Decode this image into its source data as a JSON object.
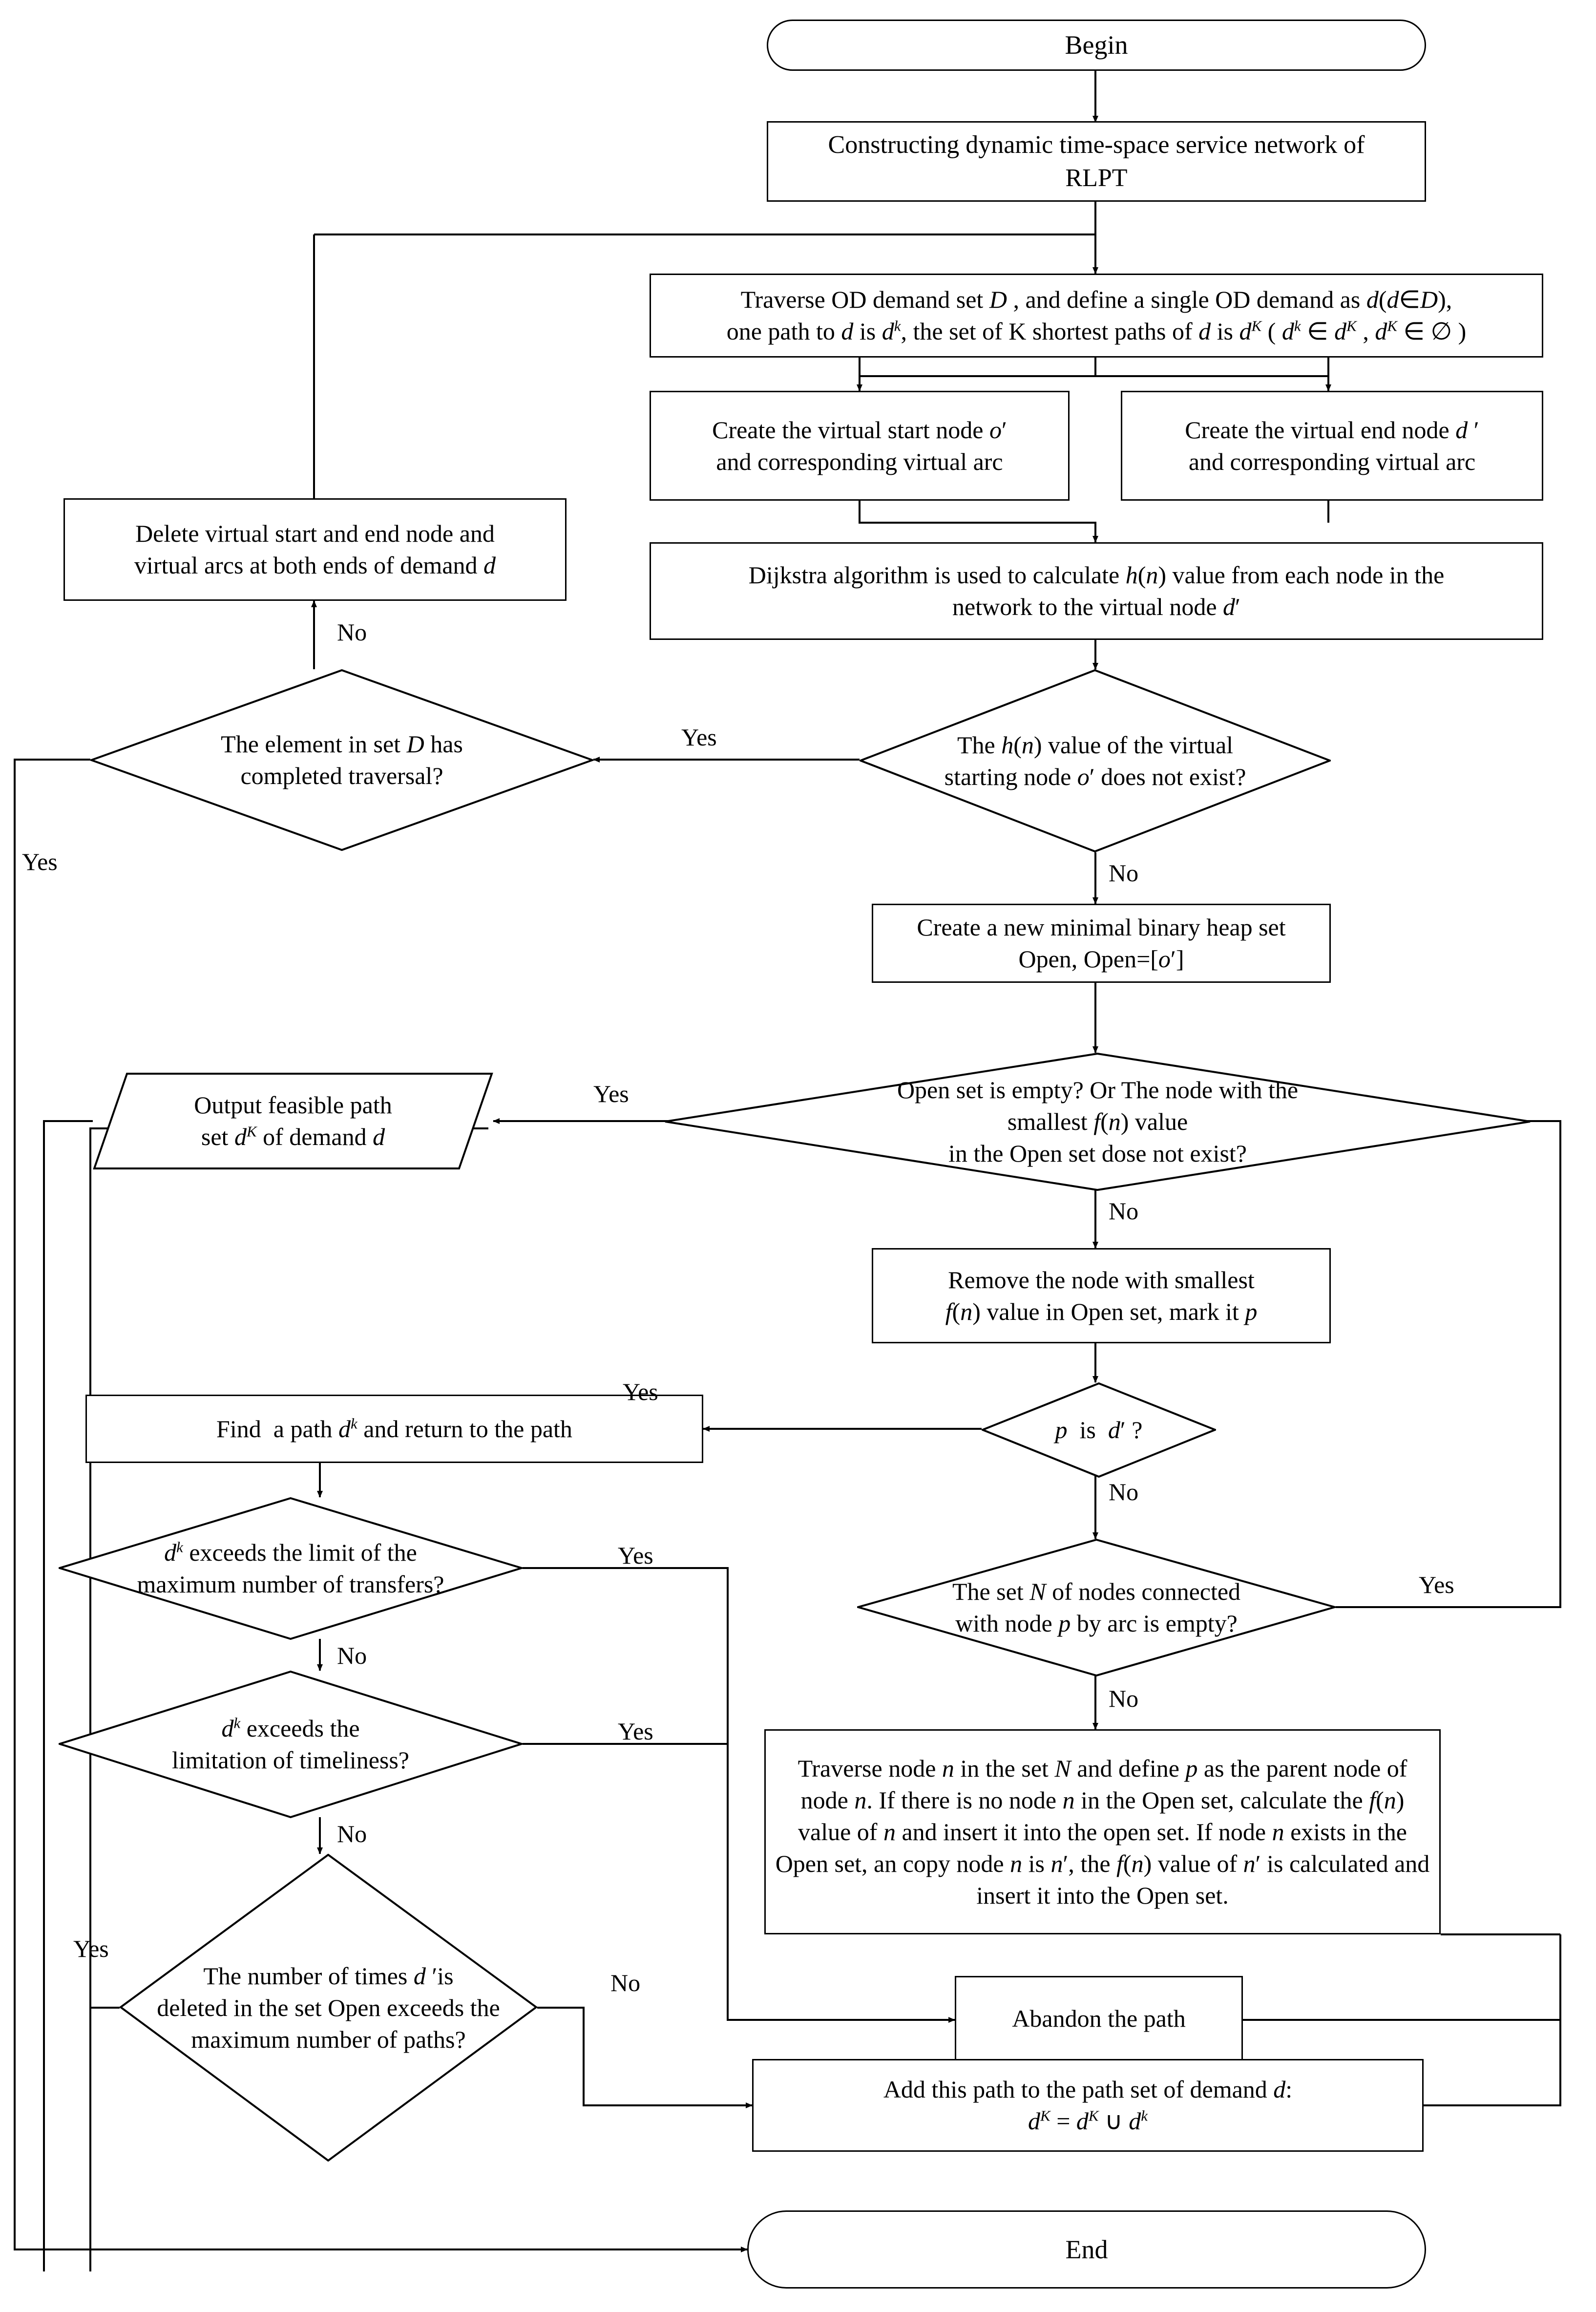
{
  "diagram": {
    "title": "RLPT K-shortest-path A* algorithm flowchart",
    "type": "flowchart",
    "stroke_color": "#000000",
    "fill_color": "#ffffff"
  },
  "nodes": {
    "begin": {
      "label": "Begin",
      "shape": "terminator"
    },
    "construct": {
      "label": "Constructing dynamic time-space service network of RLPT",
      "shape": "process"
    },
    "traverse_od": {
      "label": "Traverse OD demand set D , and define a single OD demand as d(d∈D), one path to d is dᵏ, the set of K shortest paths of d is dᴷ ( dᵏ ∈ dᴷ , dᴷ ∈ ∅ )",
      "shape": "process"
    },
    "create_start": {
      "label": "Create the virtual start node o′ and corresponding virtual arc",
      "shape": "process"
    },
    "create_end": {
      "label": "Create the virtual end node d ′ and corresponding virtual arc",
      "shape": "process"
    },
    "dijkstra": {
      "label": "Dijkstra algorithm is used to calculate h(n) value from each node in the network to the virtual node d′",
      "shape": "process"
    },
    "delete_virtual": {
      "label": "Delete virtual start and end node and virtual arcs at both ends of demand d",
      "shape": "process"
    },
    "set_d_traversed": {
      "label": "The element in set D has completed traversal?",
      "shape": "decision"
    },
    "hn_not_exist": {
      "label": "The h(n) value of the virtual starting node o′ does not exist?",
      "shape": "decision"
    },
    "create_heap": {
      "label": "Create a new minimal binary heap set Open, Open=[o′]",
      "shape": "process"
    },
    "open_empty": {
      "label": "Open set is empty? Or The node with the smallest f(n) value in the Open set dose not exist?",
      "shape": "decision"
    },
    "output_paths": {
      "label": "Output feasible path set dᴷ of demand d",
      "shape": "data"
    },
    "remove_node": {
      "label": "Remove the node with smallest f(n) value in Open set, mark it p",
      "shape": "process"
    },
    "p_is_d": {
      "label": "p is d′ ?",
      "shape": "decision"
    },
    "find_path": {
      "label": "Find  a path dᵏ and return to the path",
      "shape": "process"
    },
    "exceeds_transfers": {
      "label": "dᵏ exceeds the limit of the maximum number of transfers?",
      "shape": "decision"
    },
    "exceeds_timeliness": {
      "label": "dᵏ exceeds the limitation of timeliness?",
      "shape": "decision"
    },
    "set_n_empty": {
      "label": "The set N of nodes connected with node p by arc is empty?",
      "shape": "decision"
    },
    "traverse_n": {
      "label": "Traverse node n in the set N and define p as the parent node of node n. If there is no node n in the Open set, calculate the f(n) value of n and insert it into the open set. If node n exists in the Open set, an copy node n is n′, the f(n) value of n′ is calculated and insert it into the Open set.",
      "shape": "process"
    },
    "abandon_path": {
      "label": "Abandon the path",
      "shape": "process"
    },
    "add_path": {
      "label": "Add this path to the path set of demand d: dᴷ = dᴷ ∪ dᵏ",
      "shape": "process"
    },
    "deleted_times": {
      "label": "The number of times d′ is deleted in the set Open exceeds the maximum number of paths?",
      "shape": "decision"
    },
    "end": {
      "label": "End",
      "shape": "terminator"
    }
  },
  "edge_labels": {
    "hn_yes": "Yes",
    "set_d_no": "No",
    "set_d_yes": "Yes",
    "hn_no": "No",
    "open_empty_yes": "Yes",
    "open_empty_no": "No",
    "p_is_d_yes": "Yes",
    "p_is_d_no": "No",
    "transfers_yes": "Yes",
    "transfers_no": "No",
    "timeliness_yes": "Yes",
    "timeliness_no": "No",
    "set_n_yes": "Yes",
    "set_n_no": "No",
    "deleted_no": "No",
    "deleted_yes": "Yes"
  }
}
